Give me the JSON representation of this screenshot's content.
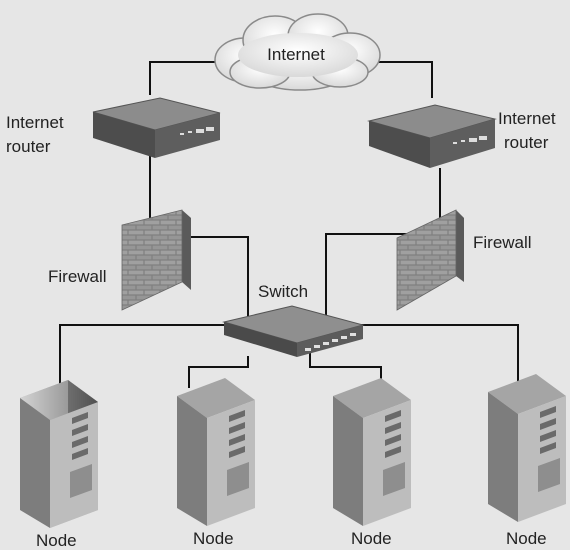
{
  "labels": {
    "internet": "Internet",
    "router_left": [
      "Internet",
      "router"
    ],
    "router_right": [
      "Internet",
      "router"
    ],
    "firewall_left": "Firewall",
    "firewall_right": "Firewall",
    "switch": "Switch",
    "nodes": [
      "Node",
      "Node",
      "Node",
      "Node"
    ]
  },
  "colors": {
    "background": "#e6e6e6",
    "line": "#111111",
    "device_top": "#8a8a8a",
    "device_front": "#555555",
    "brick": "#8c8c8c"
  },
  "icons": [
    "cloud-icon",
    "router-icon",
    "firewall-icon",
    "switch-icon",
    "server-icon"
  ]
}
